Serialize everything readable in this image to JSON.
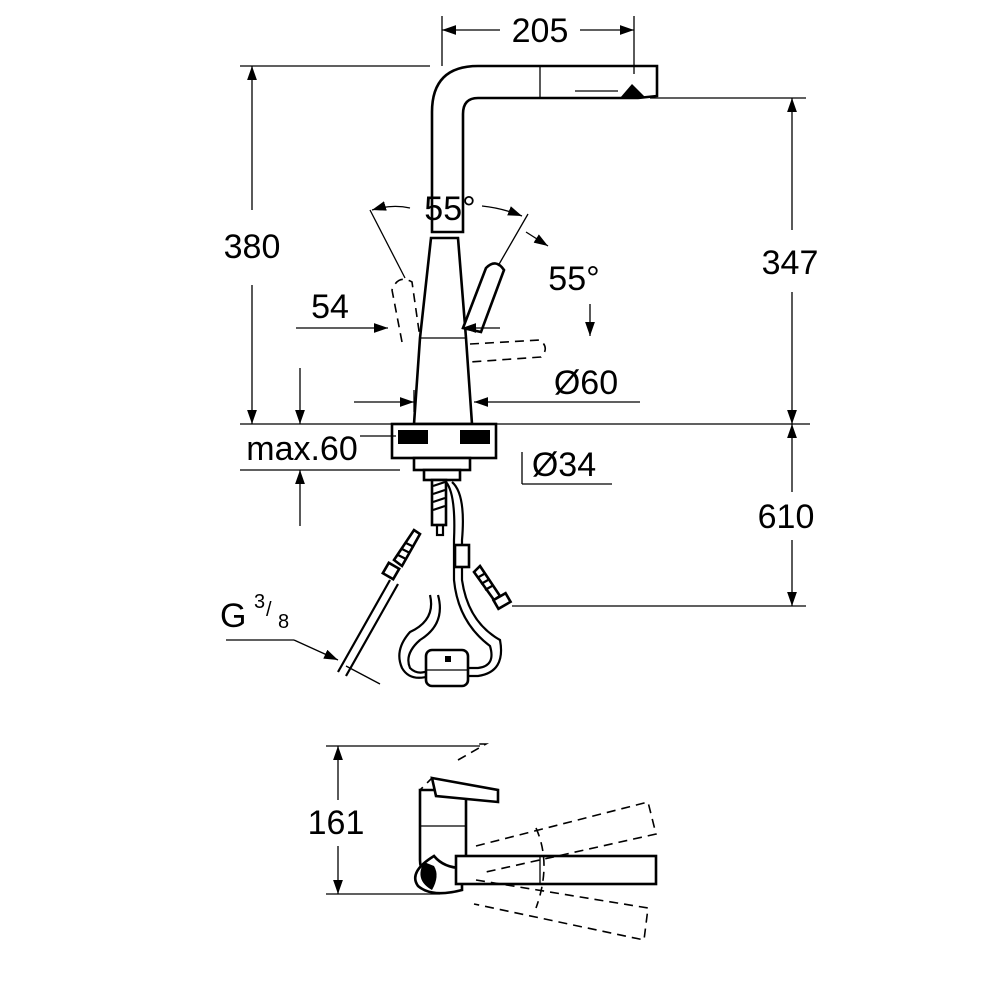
{
  "dimensions": {
    "spout_reach": "205",
    "total_height": "380",
    "spout_height": "347",
    "lever_angle_left": "55°",
    "lever_angle_right": "55°",
    "lever_offset": "54",
    "base_diameter": "Ø60",
    "deck_thickness": "max.60",
    "hole_diameter": "Ø34",
    "hose_length": "610",
    "connection_thread": "G",
    "connection_num": "3",
    "connection_den": "8",
    "top_view_depth": "161"
  }
}
